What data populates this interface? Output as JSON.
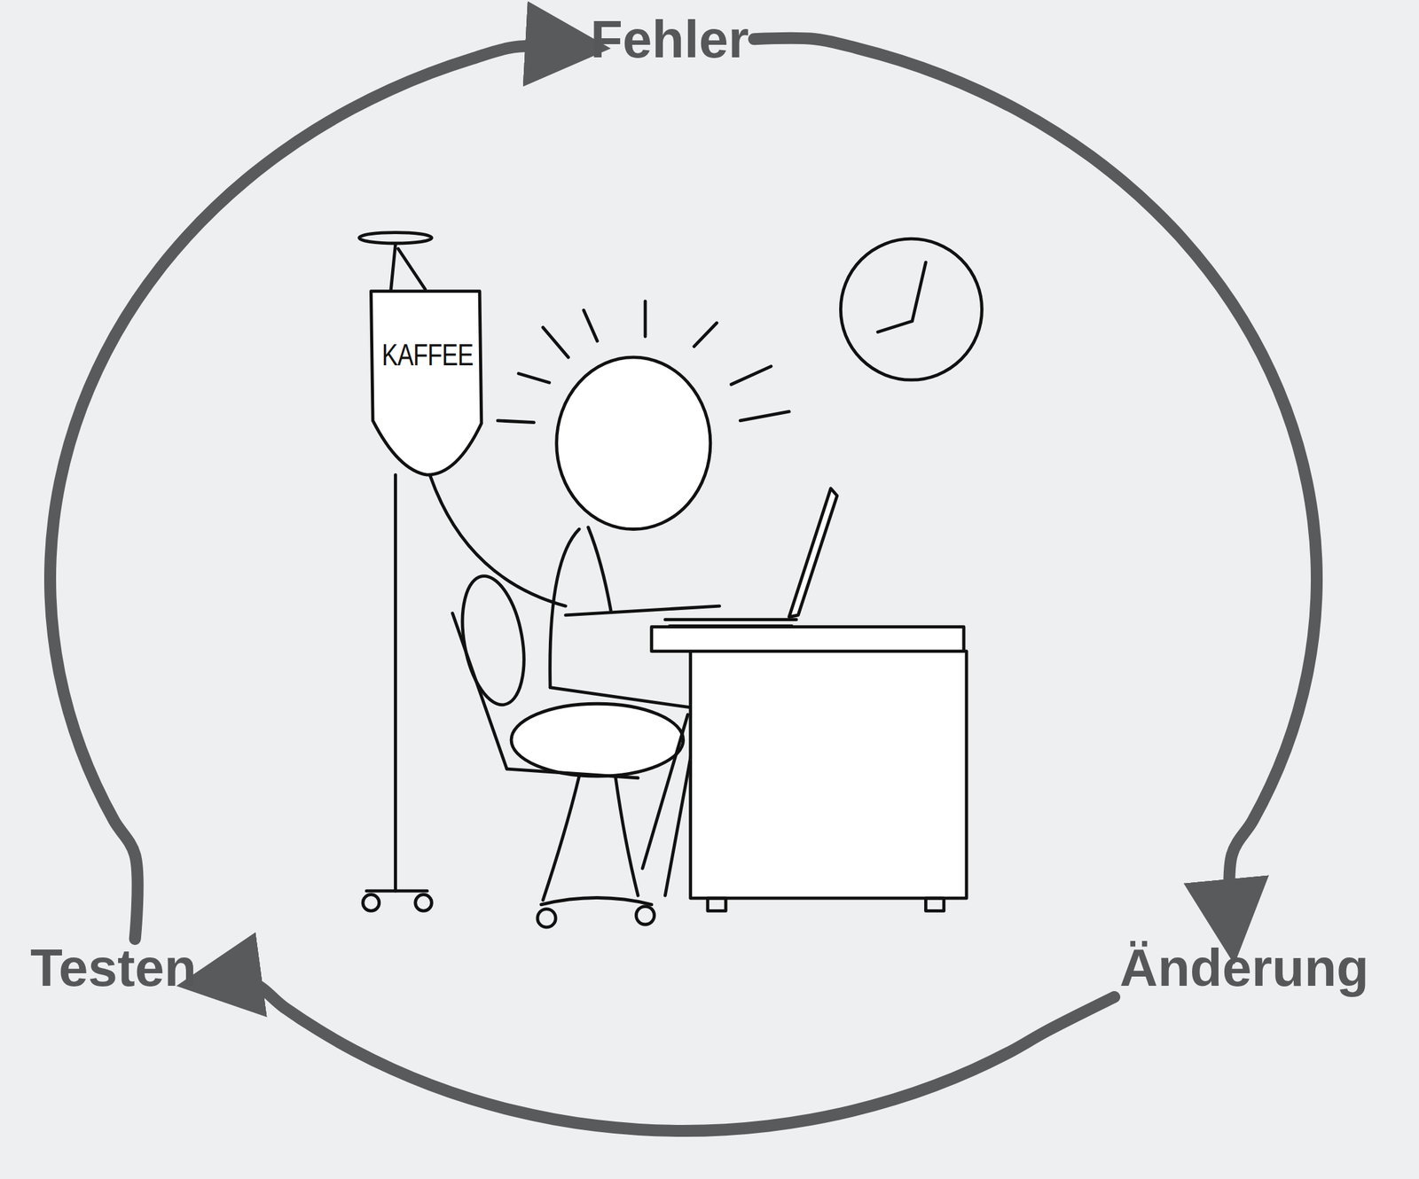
{
  "diagram": {
    "nodes": [
      {
        "text": [
          "Fehler"
        ]
      },
      {
        "text": [
          "Änderung"
        ]
      },
      {
        "text": [
          "Testen"
        ]
      }
    ],
    "edges": [
      {
        "from": 0,
        "to": 1,
        "arrow": "to"
      },
      {
        "from": 1,
        "to": 2,
        "arrow": "to"
      },
      {
        "from": 2,
        "to": 0,
        "arrow": "to"
      }
    ],
    "labels": [
      "KAFFEE"
    ]
  }
}
